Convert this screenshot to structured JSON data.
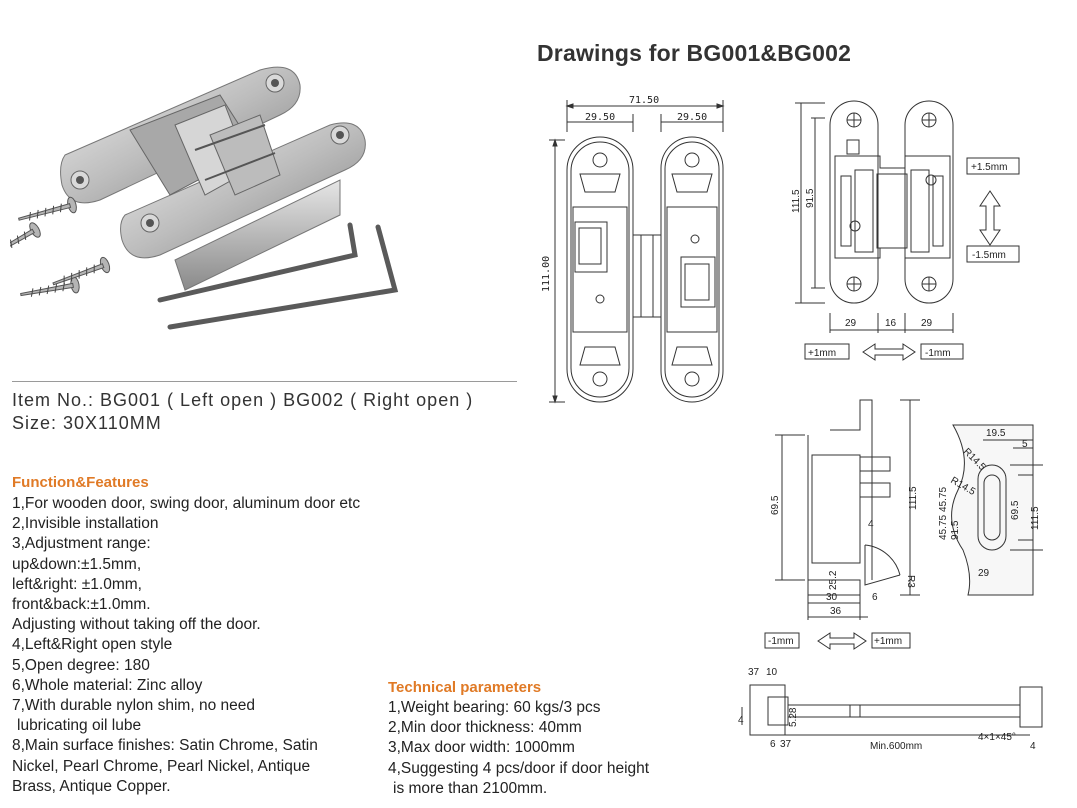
{
  "title": "Drawings for BG001&BG002",
  "item_line": "Item No.: BG001 ( Left open )  BG002 ( Right open )",
  "size_line": "Size: 30X110MM",
  "features": {
    "heading": "Function&Features",
    "lines": [
      "1,For wooden door, swing door, aluminum door etc",
      "2,Invisible installation",
      "3,Adjustment range:",
      "up&down:±1.5mm,",
      "left&right: ±1.0mm,",
      "front&back:±1.0mm.",
      "Adjusting without taking off the door.",
      "4,Left&Right open style",
      "5,Open degree: 180",
      "6,Whole material: Zinc alloy",
      "7,With durable nylon shim, no need",
      " lubricating oil lube",
      "8,Main surface finishes: Satin Chrome, Satin",
      "Nickel, Pearl Chrome, Pearl Nickel, Antique",
      "Brass, Antique Copper."
    ]
  },
  "technical": {
    "heading": "Technical parameters",
    "lines": [
      "1,Weight bearing: 60 kgs/3 pcs",
      "2,Min door thickness: 40mm",
      "3,Max door width: 1000mm",
      "4,Suggesting 4 pcs/door if door height",
      " is more than 2100mm."
    ]
  },
  "drawing_dims": {
    "top_width": "71.50",
    "half_left": "29.50",
    "half_right": "29.50",
    "height": "111.00",
    "front_h1": "111.5",
    "front_h2": "91.5",
    "up": "+1.5mm",
    "down": "-1.5mm",
    "w1": "29",
    "w2": "16",
    "w3": "29",
    "lr_plus": "+1mm",
    "lr_minus": "-1mm",
    "side_h": "69.5",
    "side_h2": "111.5",
    "side_h3": "91.5",
    "side_4": "4",
    "side_r": "R3",
    "side_25": "25.2",
    "side_30": "30",
    "side_6": "6",
    "side_36": "36",
    "fb_minus": "-1mm",
    "fb_plus": "+1mm",
    "cut_195": "19.5",
    "cut_5": "5",
    "cut_r145a": "R14.5",
    "cut_r145b": "R14.5",
    "cut_4575a": "45.75",
    "cut_4575b": "45.75",
    "cut_915": "91.5",
    "cut_695": "69.5",
    "cut_1115": "111.5",
    "cut_29": "29",
    "drill_37": "37",
    "drill_10": "10",
    "drill_4": "4",
    "drill_528": "5.28",
    "drill_6": "6",
    "drill_37b": "37",
    "drill_min": "Min.600mm",
    "drill_chamfer": "4×1×45°",
    "drill_4b": "4"
  },
  "colors": {
    "accent": "#e07a26",
    "text": "#222222",
    "line": "#333333"
  }
}
